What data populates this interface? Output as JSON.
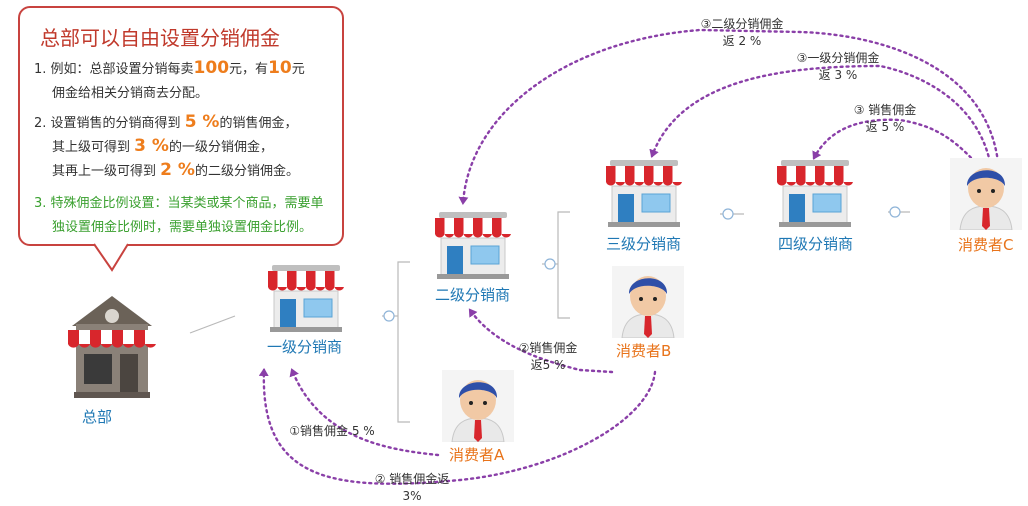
{
  "info": {
    "title": "总部可以自由设置分销佣金",
    "item1": {
      "a": "1. 例如：总部设置分销每卖",
      "v1": "100",
      "b": "元，有",
      "v2": "10",
      "c": "元",
      "line2": "佣金给相关分销商去分配。"
    },
    "item2": {
      "a": "2. 设置销售的分销商得到",
      "v1": "5 %",
      "b": "的销售佣金，",
      "c": "其上级可得到",
      "v2": "3 %",
      "d": "的一级分销佣金，",
      "e": "其再上一级可得到",
      "v3": "2 %",
      "f": "的二级分销佣金。"
    },
    "item3": {
      "line1": "3. 特殊佣金比例设置：当某类或某个商品，需要单",
      "line2": "独设置佣金比例时，需要单独设置佣金比例。"
    }
  },
  "nodes": {
    "hq": "总部",
    "level1": "一级分销商",
    "level2": "二级分销商",
    "level3": "三级分销商",
    "level4": "四级分销商",
    "consumerA": "消费者A",
    "consumerB": "消费者B",
    "consumerC": "消费者C"
  },
  "flows": {
    "c_l2": {
      "a": "③二级分销佣金",
      "b": "返 2 %"
    },
    "c_l3": {
      "a": "③一级分销佣金",
      "b": "返 3 %"
    },
    "c_l4": {
      "a": "③ 销售佣金",
      "b": "返 5 %"
    },
    "b_l2": {
      "a": "②销售佣金",
      "b": "返5 %"
    },
    "a_l1": {
      "a": "①销售佣金 5 %"
    },
    "b_l1": {
      "a": "② 销售佣金返",
      "b": "3%"
    }
  },
  "colors": {
    "accent_red": "#c0392b",
    "highlight_orange": "#ee7d1c",
    "node_blue": "#1f78b4",
    "consumer_orange": "#e8731a",
    "flow_purple": "#8a3fa8",
    "note_green": "#3aa02f"
  }
}
